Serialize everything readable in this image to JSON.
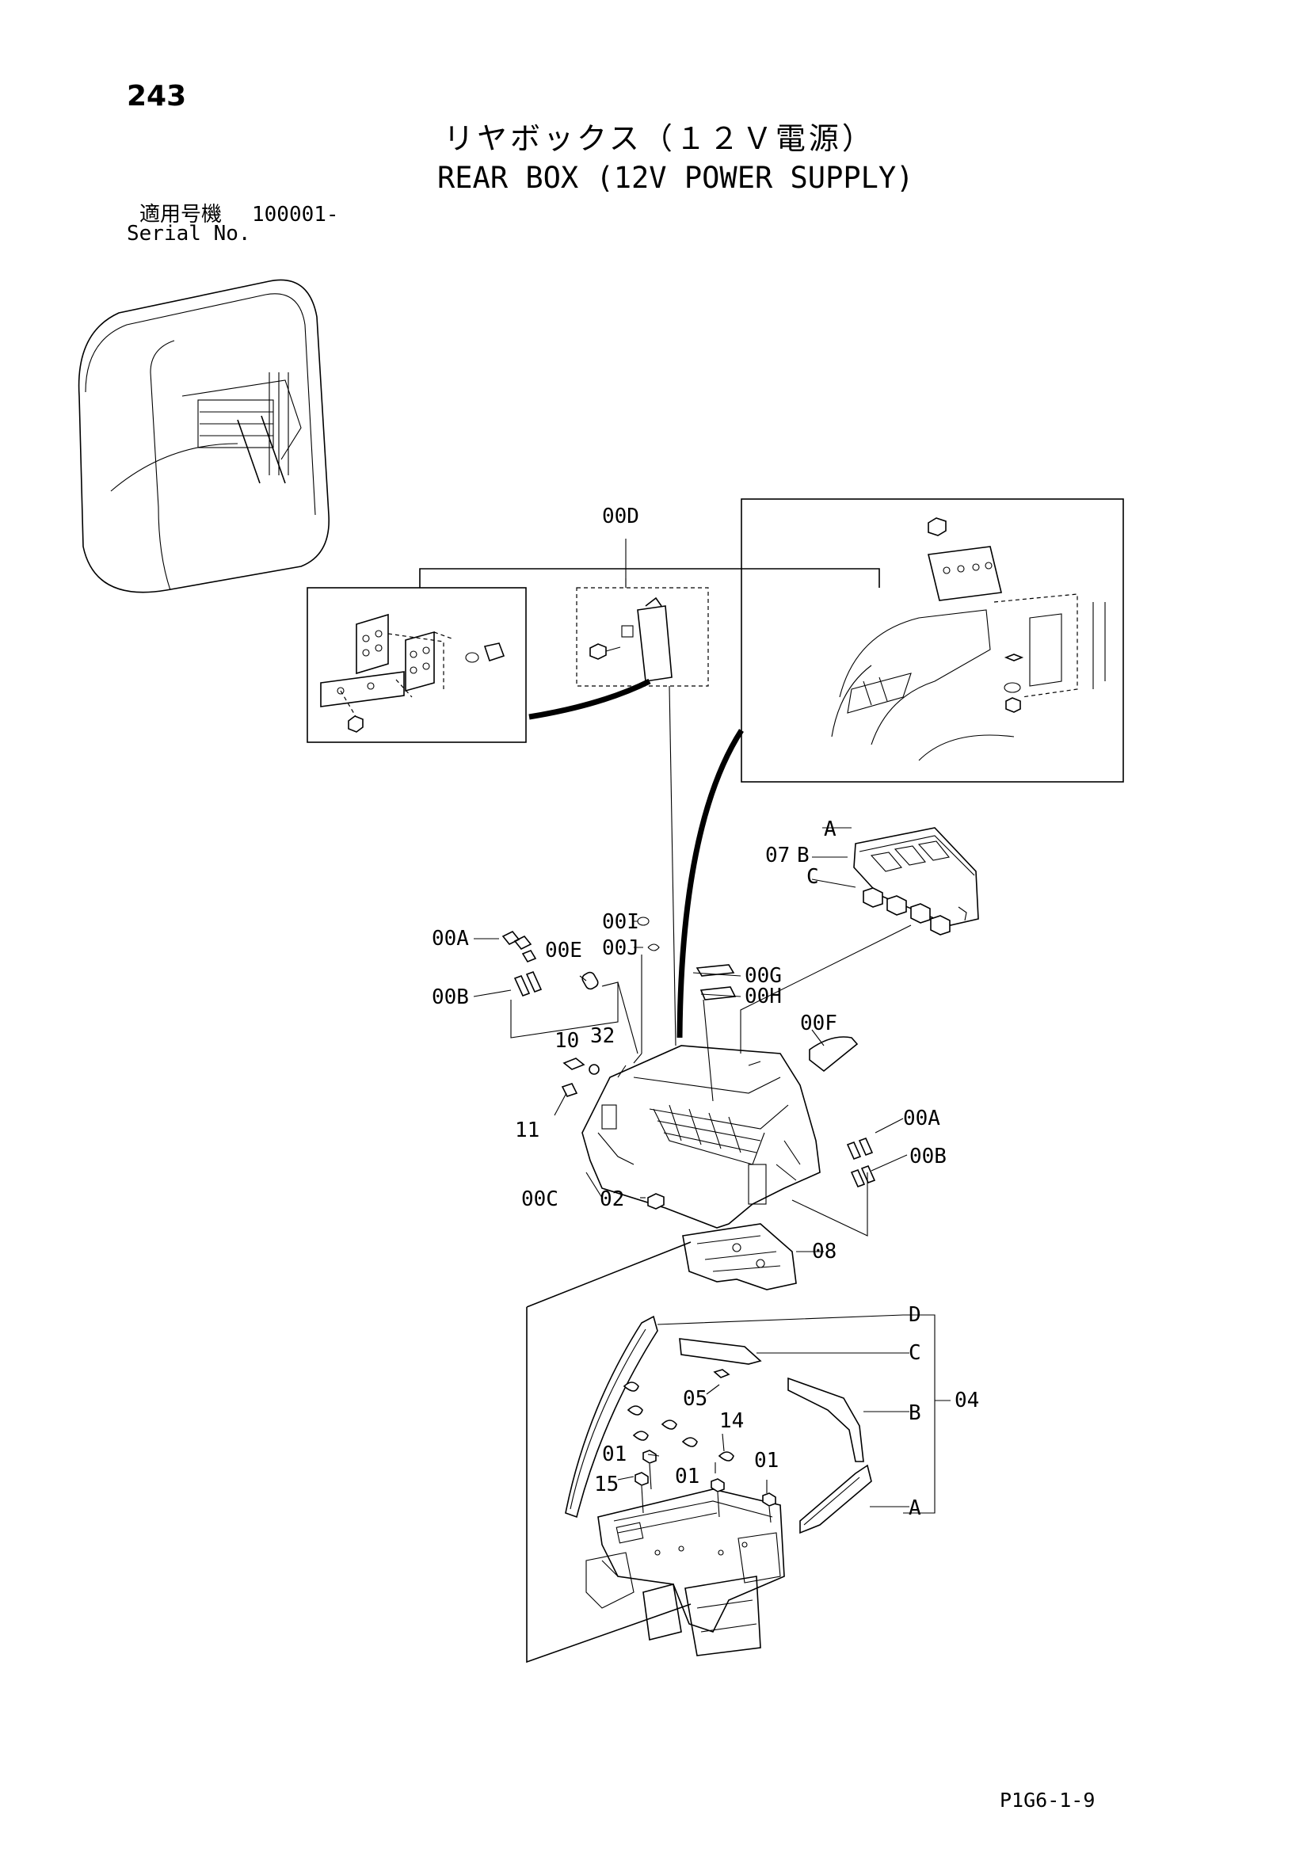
{
  "page": {
    "number": "243",
    "title_jp": "リヤボックス（１２Ｖ電源）",
    "title_en": "REAR BOX (12V POWER SUPPLY)",
    "serial_label_jp": "適用号機",
    "serial_value": "100001-",
    "serial_label_en": "Serial No.",
    "code": "P1G6-1-9"
  },
  "callouts": {
    "c00D": "00D",
    "c07": "07",
    "cA_top": "A",
    "cB_top": "B",
    "cC_top": "C",
    "c00I": "00I",
    "c00J": "00J",
    "c00A_left": "00A",
    "c00E": "00E",
    "c00G": "00G",
    "c00H": "00H",
    "c00B_left": "00B",
    "c00F": "00F",
    "c10": "10",
    "c32": "32",
    "c11": "11",
    "c00A_right": "00A",
    "c00B_right": "00B",
    "c00C": "00C",
    "c02": "02",
    "c08": "08",
    "cD_bot": "D",
    "cC_bot": "C",
    "c04": "04",
    "c05": "05",
    "cB_bot": "B",
    "c14": "14",
    "c01_a": "01",
    "c01_b": "01",
    "c01_c": "01",
    "c15": "15",
    "cA_bot": "A"
  }
}
